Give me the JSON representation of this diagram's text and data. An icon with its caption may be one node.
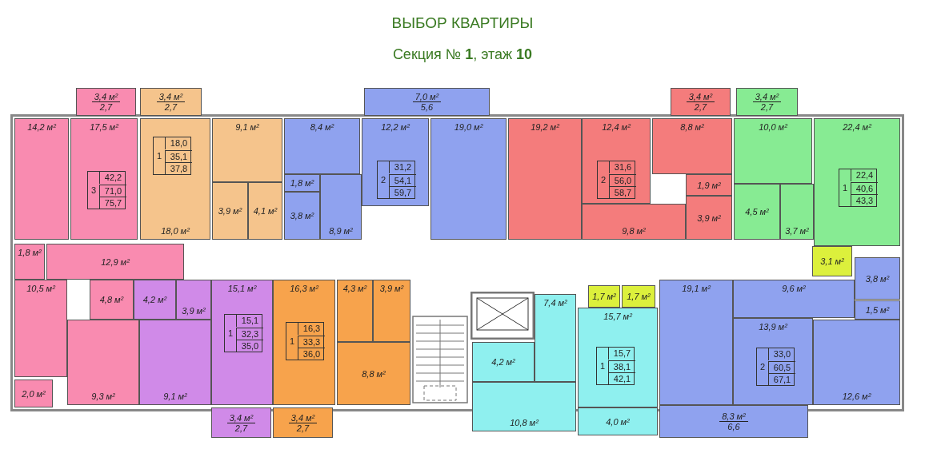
{
  "diagram": {
    "title": "ВЫБОР КВАРТИРЫ",
    "caption": "Секция № **1**, этаж **10**",
    "nodes": [
      {
        "text": [
          "3,4 м²",
          "2,7"
        ]
      },
      {
        "text": [
          "3,4 м²",
          "2,7"
        ]
      },
      {
        "text": [
          "7,0 м²",
          "5,6"
        ]
      },
      {
        "text": [
          "3,4 м²",
          "2,7"
        ]
      },
      {
        "text": [
          "3,4 м²",
          "2,7"
        ]
      },
      {
        "text": [
          "14,2 м²"
        ]
      },
      {
        "text": [
          "17,5 м²"
        ]
      },
      {
        "text": [
          "3",
          "42,2",
          "71,0",
          "75,7"
        ],
        "in": 6
      },
      {
        "text": [
          "18,0 м²"
        ]
      },
      {
        "text": [
          "1",
          "18,0",
          "35,1",
          "37,8"
        ],
        "in": 8
      },
      {
        "text": [
          "9,1 м²"
        ]
      },
      {
        "text": [
          "3,9 м²"
        ]
      },
      {
        "text": [
          "4,1 м²"
        ]
      },
      {
        "text": [
          "8,4 м²"
        ]
      },
      {
        "text": [
          "1,8 м²"
        ]
      },
      {
        "text": [
          "3,8 м²"
        ]
      },
      {
        "text": [
          "8,9 м²"
        ]
      },
      {
        "text": [
          "12,2 м²"
        ]
      },
      {
        "text": [
          "2",
          "31,2",
          "54,1",
          "59,7"
        ],
        "in": 17
      },
      {
        "text": [
          "19,0 м²"
        ]
      },
      {
        "text": [
          "19,2 м²"
        ]
      },
      {
        "text": [
          "12,4 м²"
        ]
      },
      {
        "text": [
          "2",
          "31,6",
          "56,0",
          "58,7"
        ],
        "in": 21
      },
      {
        "text": [
          "9,8 м²"
        ]
      },
      {
        "text": [
          "8,8 м²"
        ]
      },
      {
        "text": [
          "1,9 м²"
        ]
      },
      {
        "text": [
          "3,9 м²"
        ]
      },
      {
        "text": [
          "10,0 м²"
        ]
      },
      {
        "text": [
          "4,5 м²"
        ]
      },
      {
        "text": [
          "3,7 м²"
        ]
      },
      {
        "text": [
          "22,4 м²"
        ]
      },
      {
        "text": [
          "1",
          "22,4",
          "40,6",
          "43,3"
        ],
        "in": 30
      },
      {
        "text": [
          "1,8 м²"
        ]
      },
      {
        "text": [
          "12,9 м²"
        ]
      },
      {
        "text": [
          "3,1 м²"
        ]
      },
      {
        "text": [
          "10,5 м²"
        ]
      },
      {
        "text": [
          "2,0 м²"
        ]
      },
      {
        "text": [
          "4,8 м²"
        ]
      },
      {
        "text": [
          "9,3 м²"
        ]
      },
      {
        "text": [
          "4,2 м²"
        ]
      },
      {
        "text": [
          "3,9 м²"
        ]
      },
      {
        "text": [
          "9,1 м²"
        ]
      },
      {
        "text": [
          "15,1 м²"
        ]
      },
      {
        "text": [
          "1",
          "15,1",
          "32,3",
          "35,0"
        ],
        "in": 42
      },
      {
        "text": [
          "16,3 м²"
        ]
      },
      {
        "text": [
          "1",
          "16,3",
          "33,3",
          "36,0"
        ],
        "in": 44
      },
      {
        "text": [
          "4,3 м²"
        ]
      },
      {
        "text": [
          "3,9 м²"
        ]
      },
      {
        "text": [
          "8,8 м²"
        ]
      },
      {
        "text": [
          "7,4 м²"
        ]
      },
      {
        "text": [
          "4,2 м²"
        ]
      },
      {
        "text": [
          "10,8 м²"
        ]
      },
      {
        "text": [
          "1,7 м²"
        ]
      },
      {
        "text": [
          "1,7 м²"
        ]
      },
      {
        "text": [
          "15,7 м²"
        ]
      },
      {
        "text": [
          "1",
          "15,7",
          "38,1",
          "42,1"
        ],
        "in": 54
      },
      {
        "text": [
          "4,0 м²"
        ]
      },
      {
        "text": [
          "19,1 м²"
        ]
      },
      {
        "text": [
          "9,6 м²"
        ]
      },
      {
        "text": [
          "3,8 м²"
        ]
      },
      {
        "text": [
          "1,5 м²"
        ]
      },
      {
        "text": [
          "13,9 м²"
        ]
      },
      {
        "text": [
          "2",
          "33,0",
          "60,5",
          "67,1"
        ],
        "in": 61
      },
      {
        "text": [
          "12,6 м²"
        ]
      },
      {
        "text": [
          "3,4 м²",
          "2,7"
        ]
      },
      {
        "text": [
          "3,4 м²",
          "2,7"
        ]
      },
      {
        "text": [
          "8,3 м²",
          "6,6"
        ]
      }
    ]
  }
}
